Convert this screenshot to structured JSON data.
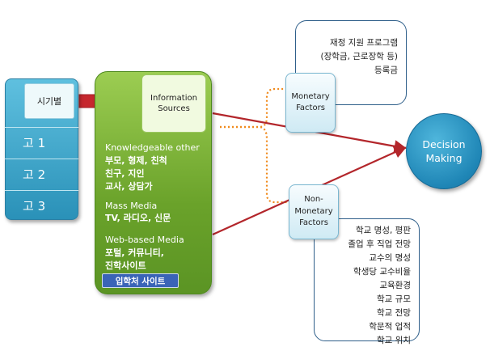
{
  "timeline": {
    "header": "시기별",
    "grades": [
      "고 1",
      "고 2",
      "고 3"
    ]
  },
  "info": {
    "title_line1": "Information",
    "title_line2": "Sources",
    "knowledgeable": {
      "label": "Knowledgeable other",
      "items": [
        "부모, 형제, 친척",
        "친구, 지인",
        "교사, 상담가"
      ]
    },
    "mass": {
      "label": "Mass Media",
      "items": [
        "TV, 라디오, 신문"
      ]
    },
    "web": {
      "label": "Web-based Media",
      "items": [
        "포털, 커뮤니티,",
        "진학사이트"
      ]
    },
    "site_badge": "입학처 사이트"
  },
  "monetary": {
    "line1": "Monetary",
    "line2": "Factors",
    "details": [
      "재정 지원 프로그램",
      "(장학금, 근로장학 등)",
      "등록금"
    ]
  },
  "non_monetary": {
    "line1": "Non-",
    "line2": "Monetary",
    "line3": "Factors",
    "details": [
      "학교 명성, 평판",
      "졸업 후 직업 전망",
      "교수의 명성",
      "학생당 교수비율",
      "교육환경",
      "학교 규모",
      "학교 전망",
      "학문적 업적",
      "학교 위치"
    ]
  },
  "decision": {
    "line1": "Decision",
    "line2": "Making"
  },
  "colors": {
    "timeline": "#2a91b8",
    "info_panel": "#6aa22a",
    "arrow": "#c6272e",
    "dotted": "#f08a1c",
    "connector": "#b3262b",
    "decision": "#1f86b6",
    "badge": "#3a64b7"
  }
}
